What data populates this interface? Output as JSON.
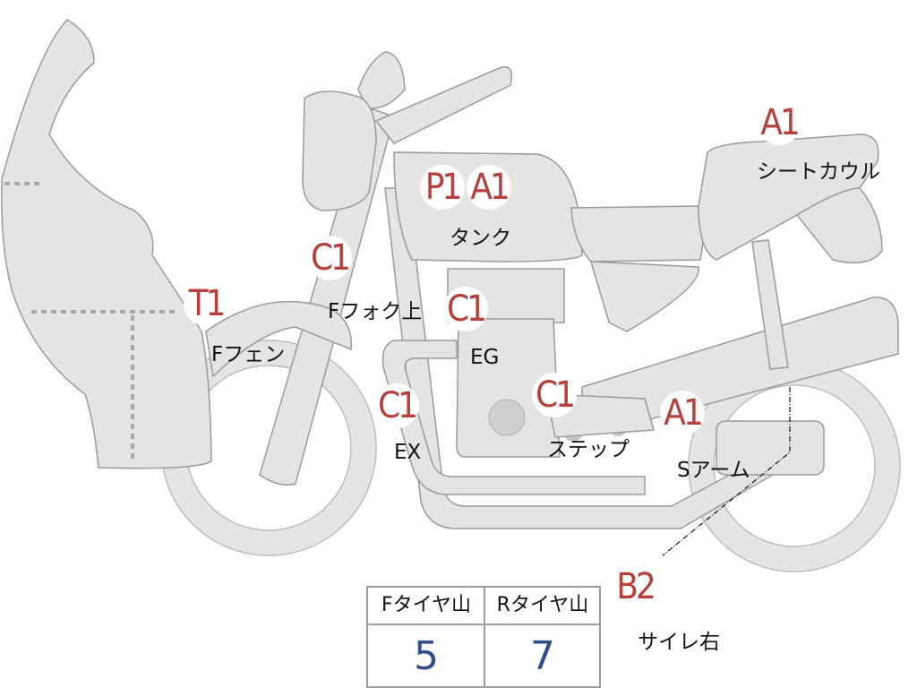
{
  "badges": {
    "tank_p": "P1",
    "tank_a": "A1",
    "seat": "A1",
    "ffork": "C1",
    "ffender": "T1",
    "engine": "C1",
    "exhaust": "C1",
    "step": "C1",
    "swingarm": "A1",
    "muffler": "B2"
  },
  "labels": {
    "tank": "タンク",
    "seat": "シートカウル",
    "ffork": "Fフォク上",
    "ffender": "Fフェン",
    "engine": "EG",
    "exhaust": "EX",
    "step": "ステップ",
    "swingarm": "Sアーム",
    "muffler": "サイレ右"
  },
  "tire_table": {
    "front_header": "Fタイヤ山",
    "rear_header": "Rタイヤ山",
    "front_value": "5",
    "rear_value": "7"
  },
  "colors": {
    "badge_text": "#b5403d",
    "value_text": "#2f4f8a",
    "part_fill": "#e4e4e2"
  }
}
